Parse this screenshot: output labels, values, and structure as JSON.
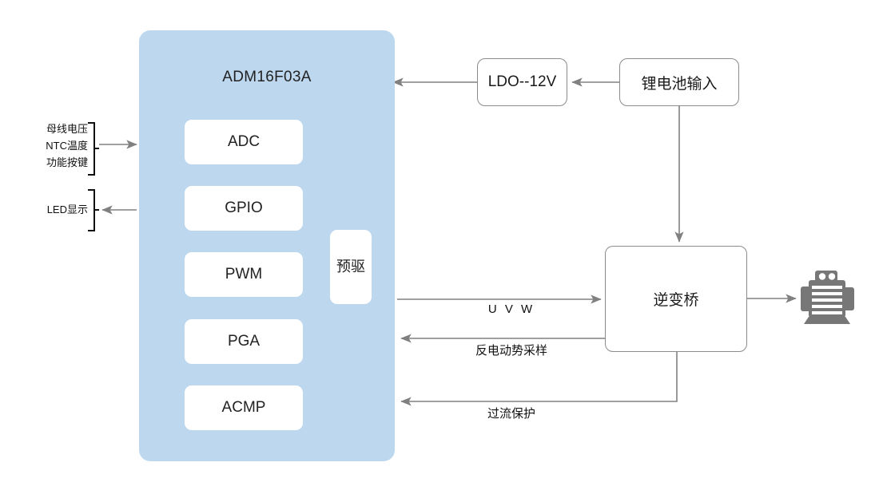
{
  "diagram": {
    "title": "ADM16F03A",
    "type": "block-diagram",
    "accent_color": "#bdd7ee",
    "wire_color": "#808080",
    "box_border_color": "#8c8c8c",
    "motor_color": "#777777"
  },
  "mcu": {
    "label": "ADM16F03A",
    "peripherals": [
      {
        "label": "ADC"
      },
      {
        "label": "GPIO"
      },
      {
        "label": "PWM"
      },
      {
        "label": "PGA"
      },
      {
        "label": "ACMP"
      }
    ],
    "predriver": {
      "label": "预驱"
    }
  },
  "power": {
    "ldo": {
      "label": "LDO--12V"
    },
    "battery": {
      "label": "锂电池输入"
    }
  },
  "power_stage": {
    "bridge": {
      "label": "逆变桥"
    },
    "motor": {
      "label": "motor-icon"
    }
  },
  "side_inputs": {
    "lines": [
      "母线电压",
      "NTC温度",
      "功能按键"
    ],
    "text": "母线电压\nNTC温度\n功能按键"
  },
  "side_outputs": {
    "lines": [
      "LED显示"
    ],
    "text": "LED显示"
  },
  "wire_labels": {
    "uvw": "U V W",
    "back_emf": "反电动势采样",
    "over_current": "过流保护"
  }
}
